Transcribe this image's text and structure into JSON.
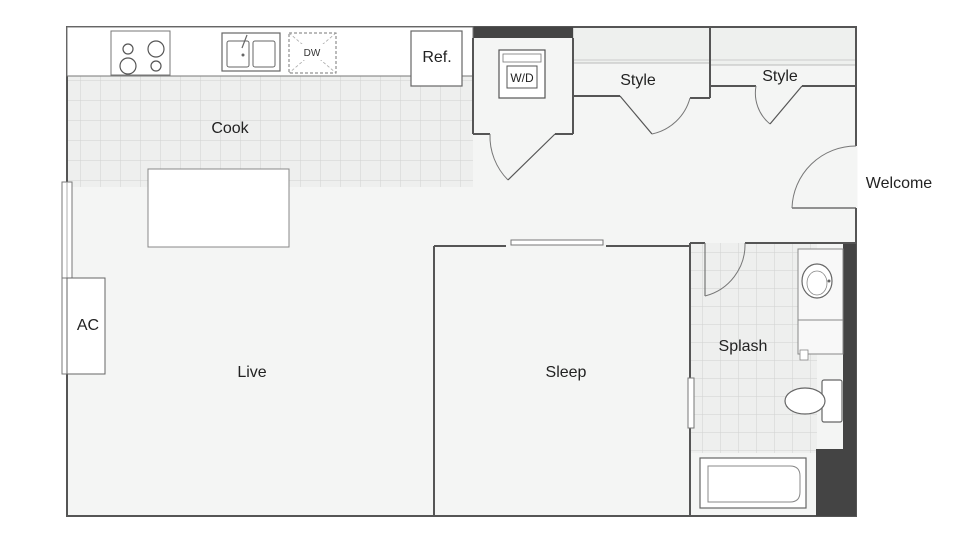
{
  "rooms": {
    "cook": "Cook",
    "live": "Live",
    "sleep": "Sleep",
    "splash": "Splash",
    "welcome": "Welcome",
    "style_left": "Style",
    "style_right": "Style"
  },
  "fixtures": {
    "dishwasher": "DW",
    "refrigerator": "Ref.",
    "washer_dryer": "W/D",
    "air_conditioner": "AC"
  },
  "colors": {
    "wall": "#555555",
    "floor": "#f4f5f4",
    "tile_floor": "#eeefee",
    "tile_line": "#d4d6d4",
    "dark_wall": "#444444"
  }
}
